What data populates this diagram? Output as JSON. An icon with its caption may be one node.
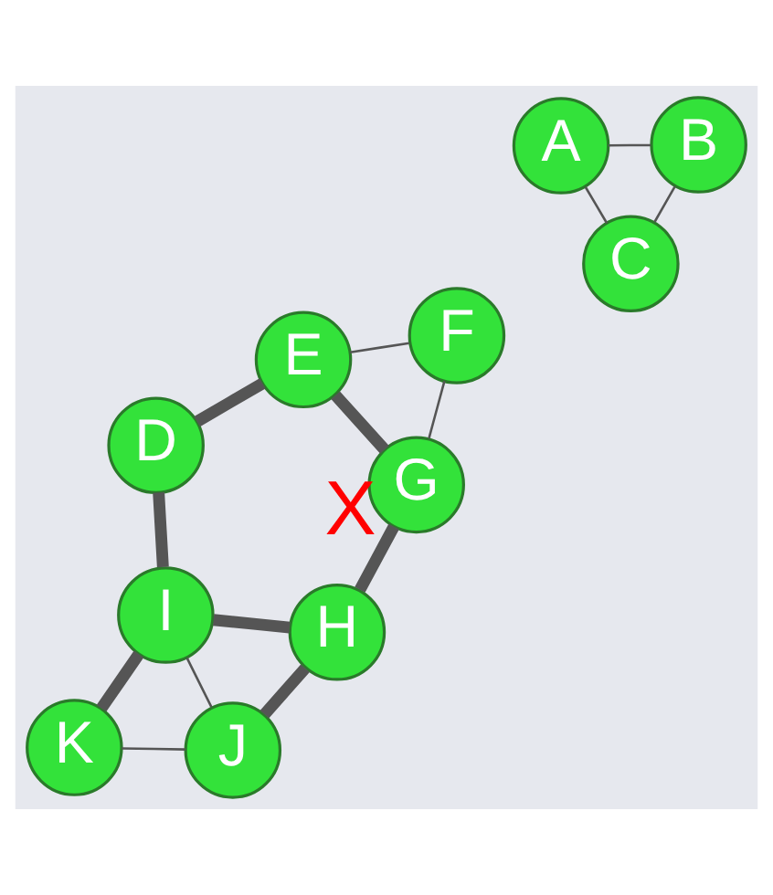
{
  "diagram": {
    "nodes": [
      {
        "text": [
          "A"
        ]
      },
      {
        "text": [
          "B"
        ]
      },
      {
        "text": [
          "C"
        ]
      },
      {
        "text": [
          "D"
        ]
      },
      {
        "text": [
          "E"
        ]
      },
      {
        "text": [
          "F"
        ]
      },
      {
        "text": [
          "G"
        ]
      },
      {
        "text": [
          "H"
        ]
      },
      {
        "text": [
          "I"
        ]
      },
      {
        "text": [
          "J"
        ]
      },
      {
        "text": [
          "K"
        ]
      }
    ],
    "edges": [
      {
        "from": 0,
        "to": 1,
        "arrow": "none"
      },
      {
        "from": 0,
        "to": 2,
        "arrow": "none"
      },
      {
        "from": 1,
        "to": 2,
        "arrow": "none"
      },
      {
        "from": 3,
        "to": 4,
        "arrow": "none",
        "style": "thick"
      },
      {
        "from": 3,
        "to": 8,
        "arrow": "none",
        "style": "thick"
      },
      {
        "from": 4,
        "to": 5,
        "arrow": "none"
      },
      {
        "from": 4,
        "to": 6,
        "arrow": "none",
        "style": "thick"
      },
      {
        "from": 5,
        "to": 6,
        "arrow": "none"
      },
      {
        "from": 6,
        "to": 7,
        "arrow": "none",
        "style": "thick",
        "label": "X"
      },
      {
        "from": 8,
        "to": 7,
        "arrow": "none",
        "style": "thick"
      },
      {
        "from": 8,
        "to": 9,
        "arrow": "none"
      },
      {
        "from": 8,
        "to": 10,
        "arrow": "none",
        "style": "thick"
      },
      {
        "from": 7,
        "to": 9,
        "arrow": "none",
        "style": "thick"
      },
      {
        "from": 9,
        "to": 10,
        "arrow": "none"
      }
    ]
  }
}
